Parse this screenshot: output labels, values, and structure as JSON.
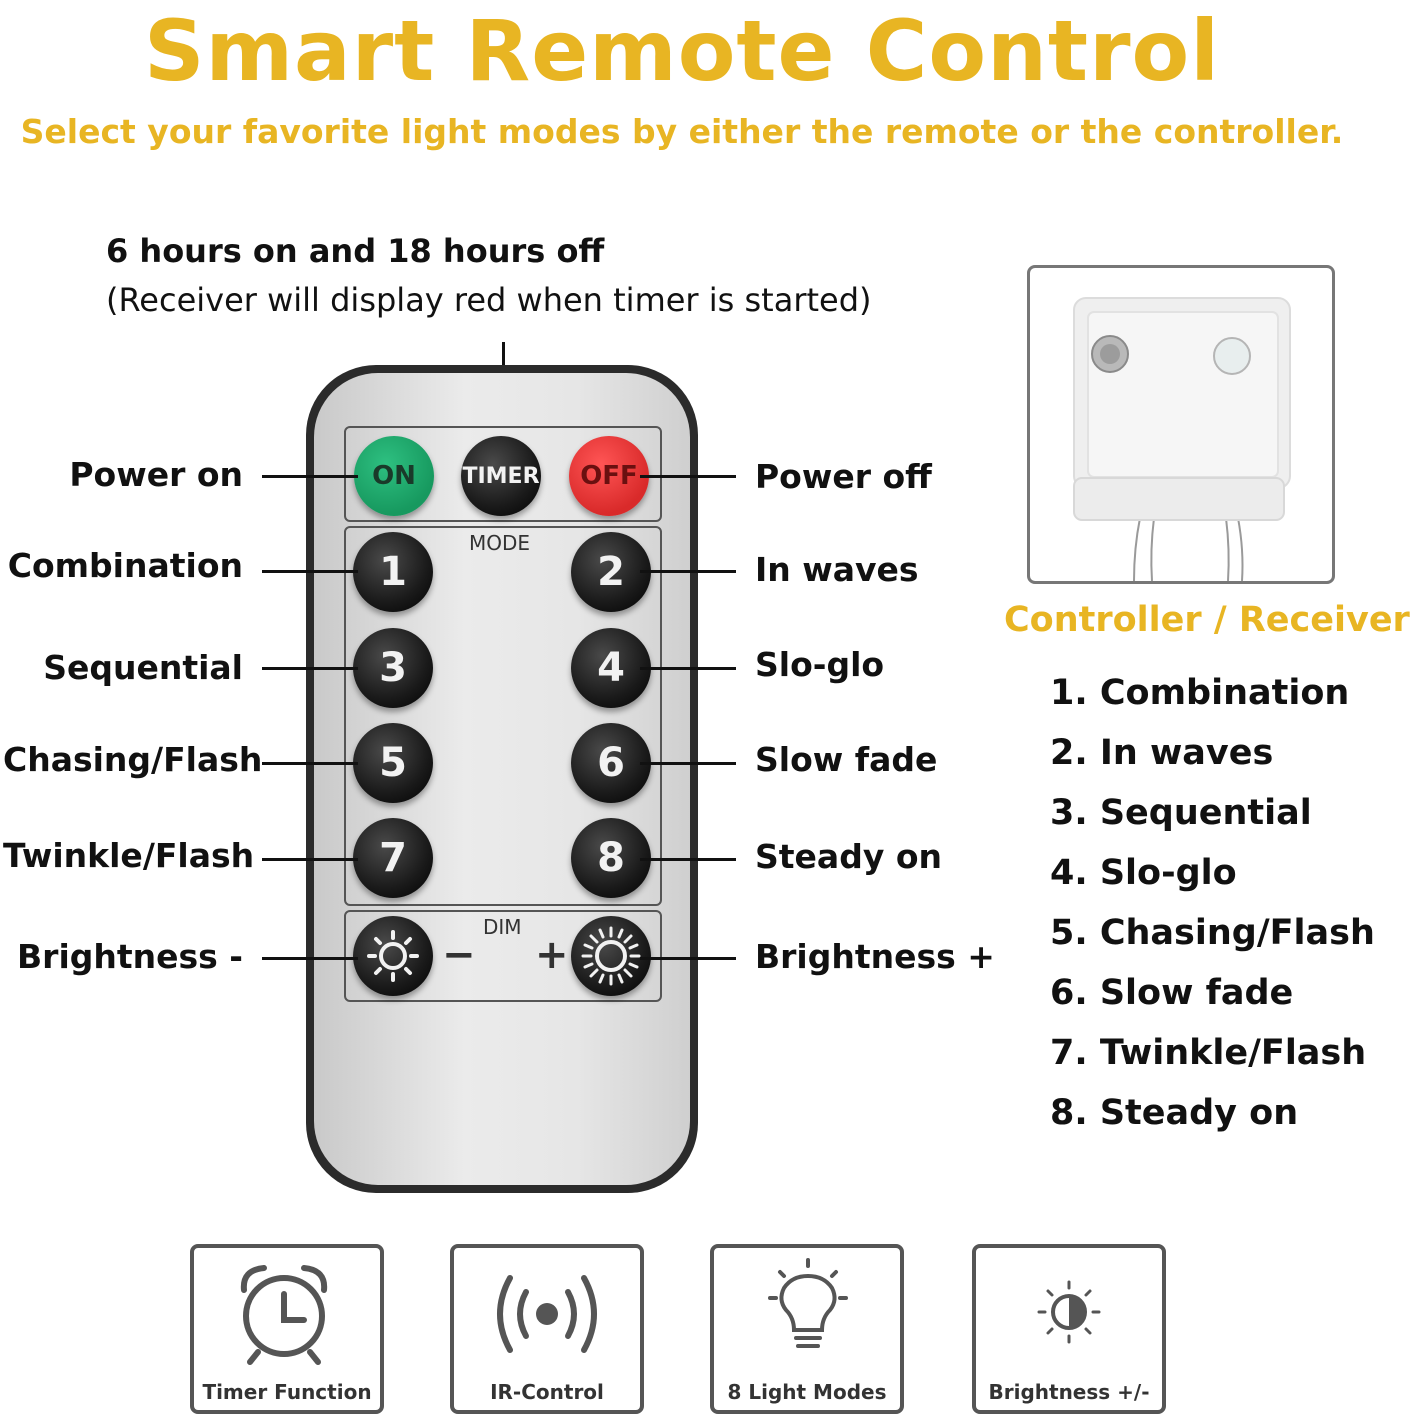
{
  "header": {
    "title": "Smart Remote Control",
    "subtitle": "Select your favorite light modes by either the remote or the controller."
  },
  "timer_note": {
    "line1": "6 hours on and 18 hours off",
    "line2": "(Receiver will display red when timer is started)"
  },
  "remote": {
    "buttons": {
      "on": "ON",
      "timer": "TIMER",
      "off": "OFF",
      "b1": "1",
      "b2": "2",
      "b3": "3",
      "b4": "4",
      "b5": "5",
      "b6": "6",
      "b7": "7",
      "b8": "8"
    },
    "mode_caption": "MODE",
    "dim_caption": "DIM",
    "minus": "−",
    "plus": "+"
  },
  "callouts": {
    "power_on": "Power on",
    "power_off": "Power off",
    "combination": "Combination",
    "in_waves": "In waves",
    "sequential": "Sequential",
    "slo_glo": "Slo-glo",
    "chasing_flash": "Chasing/Flash",
    "slow_fade": "Slow fade",
    "twinkle_flash": "Twinkle/Flash",
    "steady_on": "Steady on",
    "brightness_minus": "Brightness -",
    "brightness_plus": "Brightness +"
  },
  "controller": {
    "caption": "Controller / Receiver",
    "modes": [
      "1. Combination",
      "2. In waves",
      "3. Sequential",
      "4. Slo-glo",
      "5. Chasing/Flash",
      "6. Slow fade",
      "7. Twinkle/Flash",
      "8. Steady on"
    ]
  },
  "features": [
    {
      "label": "Timer Function",
      "icon": "alarm-clock-icon"
    },
    {
      "label": "IR-Control",
      "icon": "ir-signal-icon"
    },
    {
      "label": "8 Light Modes",
      "icon": "light-bulb-icon"
    },
    {
      "label": "Brightness +/-",
      "icon": "brightness-icon"
    }
  ],
  "colors": {
    "accent": "#e8b523",
    "on_button": "#17995f",
    "off_button": "#d92a2a"
  }
}
